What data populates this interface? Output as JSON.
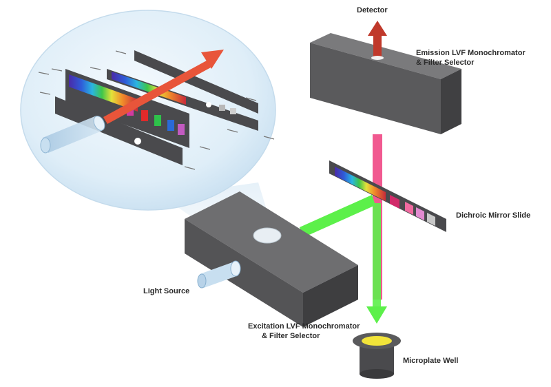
{
  "labels": {
    "detector": "Detector",
    "emission_line1": "Emission LVF Monochromator",
    "emission_line2": "& Filter Selector",
    "dichroic": "Dichroic Mirror Slide",
    "light_source": "Light Source",
    "excitation_line1": "Excitation LVF Monochromator",
    "excitation_line2": "& Filter Selector",
    "microplate": "Microplate Well"
  },
  "colors": {
    "box_top": "#6e6e70",
    "box_front": "#545456",
    "box_side": "#3e3e40",
    "excitation_beam": "#5cf04a",
    "emission_beam": "#f0508a",
    "detector_arrow": "#c0392b",
    "zoom_arrow": "#e8553a",
    "light_beam": "#bcd6ea",
    "well_fill": "#f2e43a",
    "magnifier": "#dcecf6"
  },
  "icons": {
    "arrow_hint": "double-arrow-icon"
  }
}
